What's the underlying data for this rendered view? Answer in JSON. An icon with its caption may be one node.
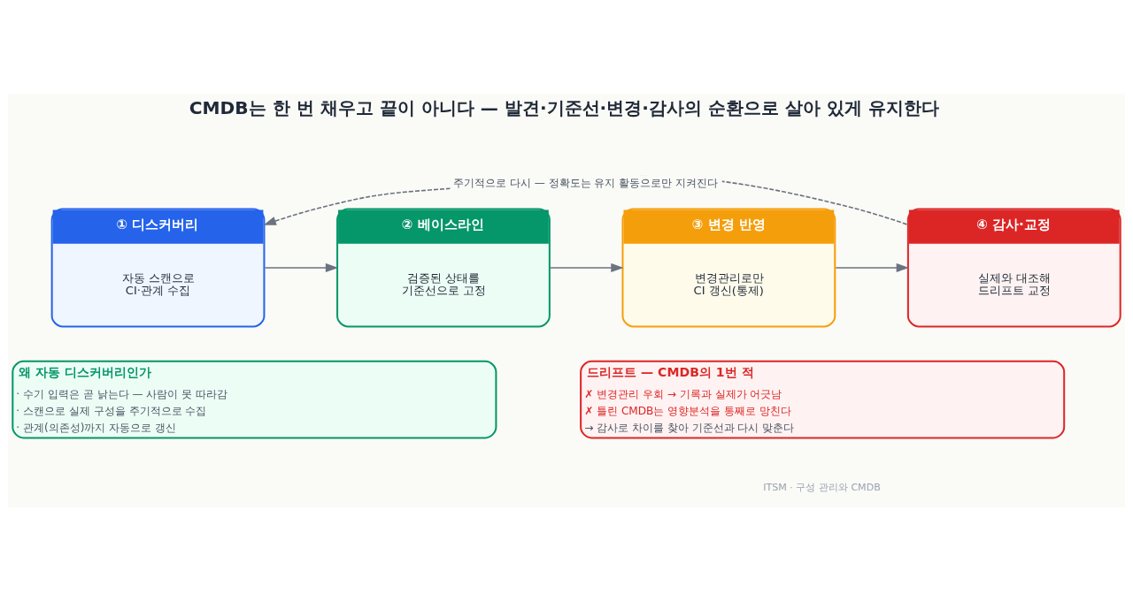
{
  "diagram": {
    "title": "CMDB는 한 번 채우고 끝이 아니다 — 발견·기준선·변경·감사의 순환으로 살아 있게 유지한다",
    "nodes": [
      {
        "text": [
          "① 디스커버리",
          "자동 스캔으로 CI·관계 수집"
        ]
      },
      {
        "text": [
          "② 베이스라인",
          "검증된 상태를 기준선으로 고정"
        ]
      },
      {
        "text": [
          "③ 변경 반영",
          "변경관리로만 CI 갱신(통제)"
        ]
      },
      {
        "text": [
          "④ 감사·교정",
          "실제와 대조해 드리프트 교정"
        ]
      },
      {
        "text": [
          "왜 자동 디스커버리인가",
          "· 수기 입력은 곧 낡는다 — 사람이 못 따라감",
          "· 스캔으로 실제 구성을 주기적으로 수집",
          "· 관계(의존성)까지 자동으로 갱신"
        ]
      },
      {
        "text": [
          "드리프트 — CMDB의 1번 적",
          "✗ 변경관리 우회 → 기록과 실제가 어긋남",
          "✗ 틀린 CMDB는 영향분석을 통째로 망친다",
          "→ 감사로 차이를 찾아 기준선과 다시 맞춘다"
        ]
      }
    ],
    "edges": [
      {
        "from": 0,
        "to": 1,
        "arrow": "to"
      },
      {
        "from": 1,
        "to": 2,
        "arrow": "to"
      },
      {
        "from": 2,
        "to": 3,
        "arrow": "to"
      },
      {
        "from": 3,
        "to": 0,
        "arrow": "to",
        "label": "주기적으로 다시 — 정확도는 유지 활동으로만 지켜진다",
        "style": "dashed"
      }
    ],
    "labels": [
      "ITSM · 구성 관리와 CMDB"
    ]
  }
}
